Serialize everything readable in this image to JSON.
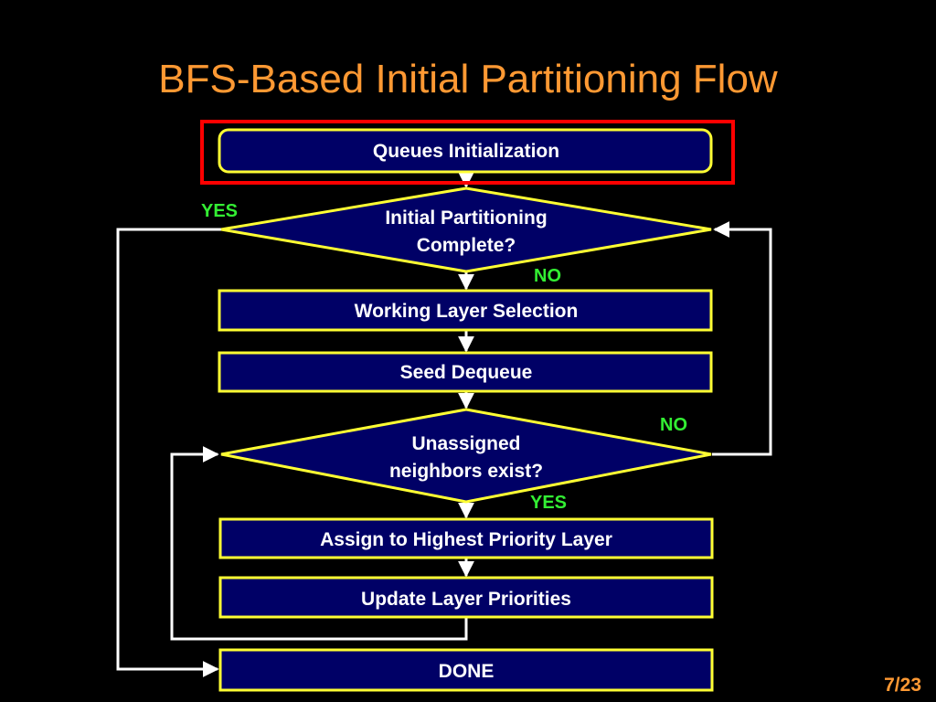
{
  "slide": {
    "title": "BFS-Based Initial Partitioning Flow",
    "page_number": "7/23",
    "colors": {
      "background": "#000000",
      "title": "#FF9933",
      "box_fill": "#000066",
      "box_border": "#FFFF33",
      "highlight": "#FF0000",
      "connector": "#FFFFFF",
      "branch_label": "#33EE33"
    }
  },
  "flow": {
    "queues_init": "Queues Initialization",
    "partition_complete": [
      "Initial Partitioning",
      "Complete?"
    ],
    "working_layer": "Working Layer Selection",
    "seed_dequeue": "Seed Dequeue",
    "neighbors_exist": [
      "Unassigned",
      "neighbors exist?"
    ],
    "assign_layer": "Assign to Highest Priority Layer",
    "update_priorities": "Update Layer Priorities",
    "done": "DONE"
  },
  "labels": {
    "yes_top": "YES",
    "no_top": "NO",
    "no_right": "NO",
    "yes_bottom": "YES"
  }
}
